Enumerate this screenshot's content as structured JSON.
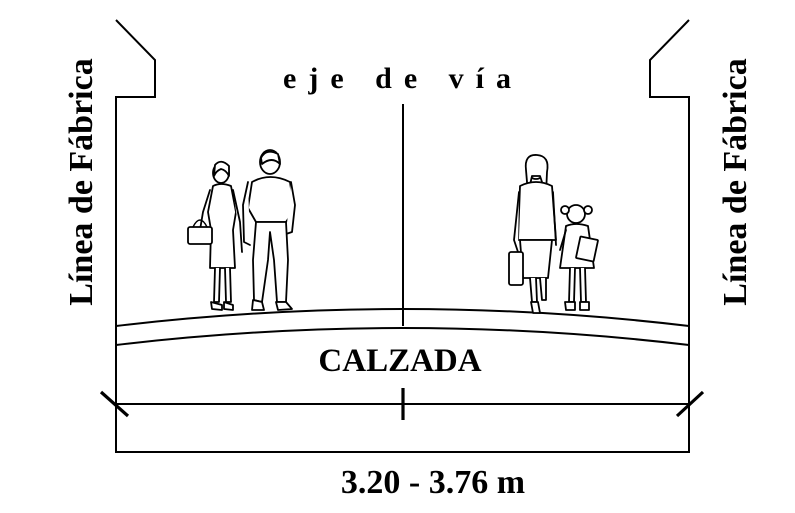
{
  "diagram": {
    "axis_label": "eje de vía",
    "left_edge_label": "Línea de Fábrica",
    "right_edge_label": "Línea de Fábrica",
    "road_label": "CALZADA",
    "width_dimension": "3.20 - 3.76 m"
  },
  "figures": [
    {
      "icon": "woman-with-handbag-icon"
    },
    {
      "icon": "man-walking-icon"
    },
    {
      "icon": "woman-with-briefcase-icon"
    },
    {
      "icon": "child-with-books-icon"
    }
  ]
}
